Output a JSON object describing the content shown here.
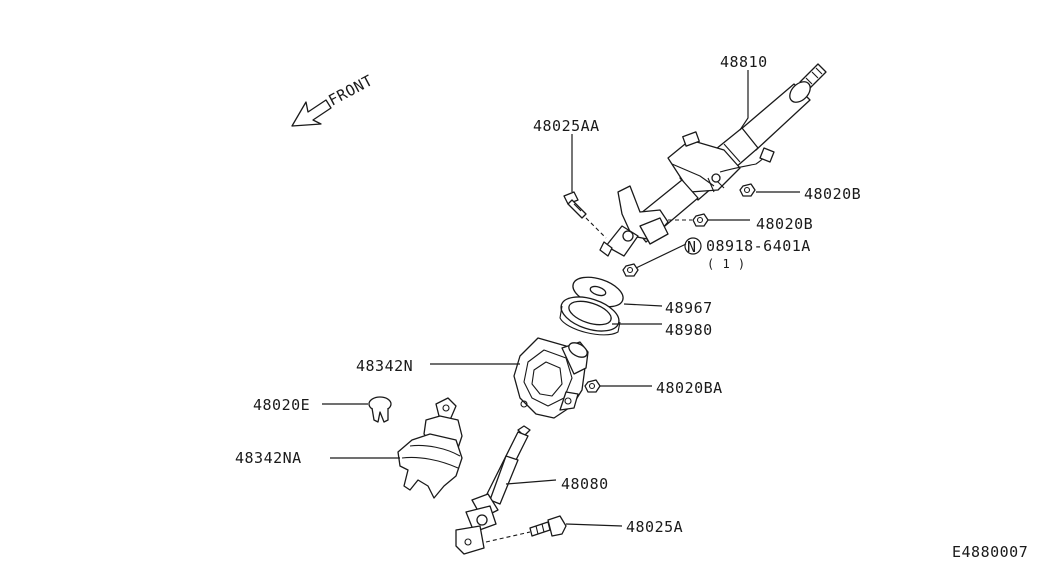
{
  "diagram": {
    "front_label": "FRONT",
    "diagram_code": "E4880007",
    "callouts": {
      "c48810": "48810",
      "c48025AA": "48025AA",
      "c48020B_1": "48020B",
      "c48020B_2": "48020B",
      "c08918": "08918-6401A",
      "c08918_qty": "( 1 )",
      "c08918_symbol": "N",
      "c48967": "48967",
      "c48980": "48980",
      "c48342N": "48342N",
      "c48020BA": "48020BA",
      "c48020E": "48020E",
      "c48342NA": "48342NA",
      "c48080": "48080",
      "c48025A": "48025A"
    }
  }
}
